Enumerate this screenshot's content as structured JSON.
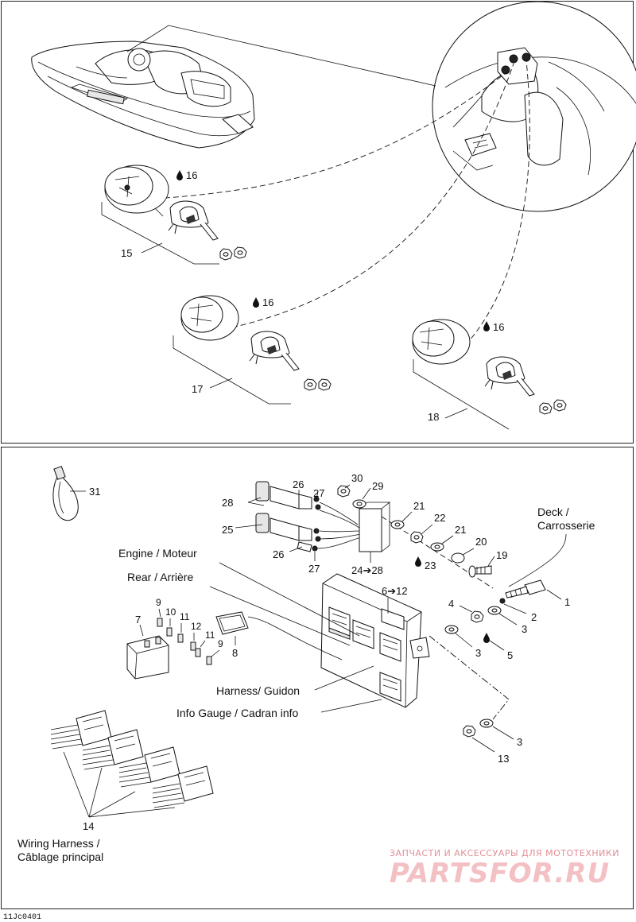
{
  "callouts": {
    "c1": "1",
    "c2": "2",
    "c3a": "3",
    "c3b": "3",
    "c3c": "3",
    "c4": "4",
    "c5": "5",
    "c7": "7",
    "c8": "8",
    "c9a": "9",
    "c9b": "9",
    "c10": "10",
    "c11a": "11",
    "c11b": "11",
    "c12": "12",
    "c13": "13",
    "c14": "14",
    "c15": "15",
    "c16a": "16",
    "c16b": "16",
    "c16c": "16",
    "c17": "17",
    "c18": "18",
    "c19": "19",
    "c20": "20",
    "c21a": "21",
    "c21b": "21",
    "c22": "22",
    "c23": "23",
    "c24_28": "24➔28",
    "c25": "25",
    "c26a": "26",
    "c26b": "26",
    "c27a": "27",
    "c27b": "27",
    "c28": "28",
    "c29": "29",
    "c30": "30",
    "c31": "31",
    "c6_12": "6➔12"
  },
  "labels": {
    "deck_line1": "Deck /",
    "deck_line2": "Carrosserie",
    "engine": "Engine / Moteur",
    "rear": "Rear / Arrière",
    "harness": "Harness/ Guidon",
    "info_gauge": "Info Gauge / Cadran info",
    "wiring_line1": "Wiring Harness /",
    "wiring_line2": "Câblage principal"
  },
  "watermark": {
    "line1": "ЗАПЧАСТИ И АКСЕССУАРЫ ДЛЯ МОТОТЕХНИКИ",
    "line2": "PARTSFOR.RU"
  },
  "figure_code": "11Jc0401",
  "icons": [
    "oil-drop-icon",
    "cable-tie-icon",
    "gauge-icon",
    "ecm-module-icon",
    "connector-icon"
  ]
}
